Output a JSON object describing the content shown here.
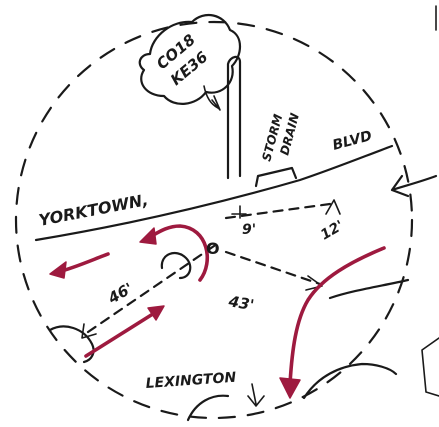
{
  "labels": {
    "yorktown": "YORKTOWN,",
    "blvd": "BLVD",
    "storm": "STORM",
    "drain": "DRAIN",
    "lexington": "LEXINGTON",
    "vehicle_line1": "CO18",
    "vehicle_line2": "KE36",
    "point_o": "O"
  },
  "measurements": {
    "d_9ft": "9'",
    "d_12ft": "12'",
    "d_46ft": "46'",
    "d_43ft": "43'"
  },
  "colors": {
    "ink": "#1a1a1a",
    "arrow_red": "#9e1a3f",
    "background": "#ffffff"
  }
}
